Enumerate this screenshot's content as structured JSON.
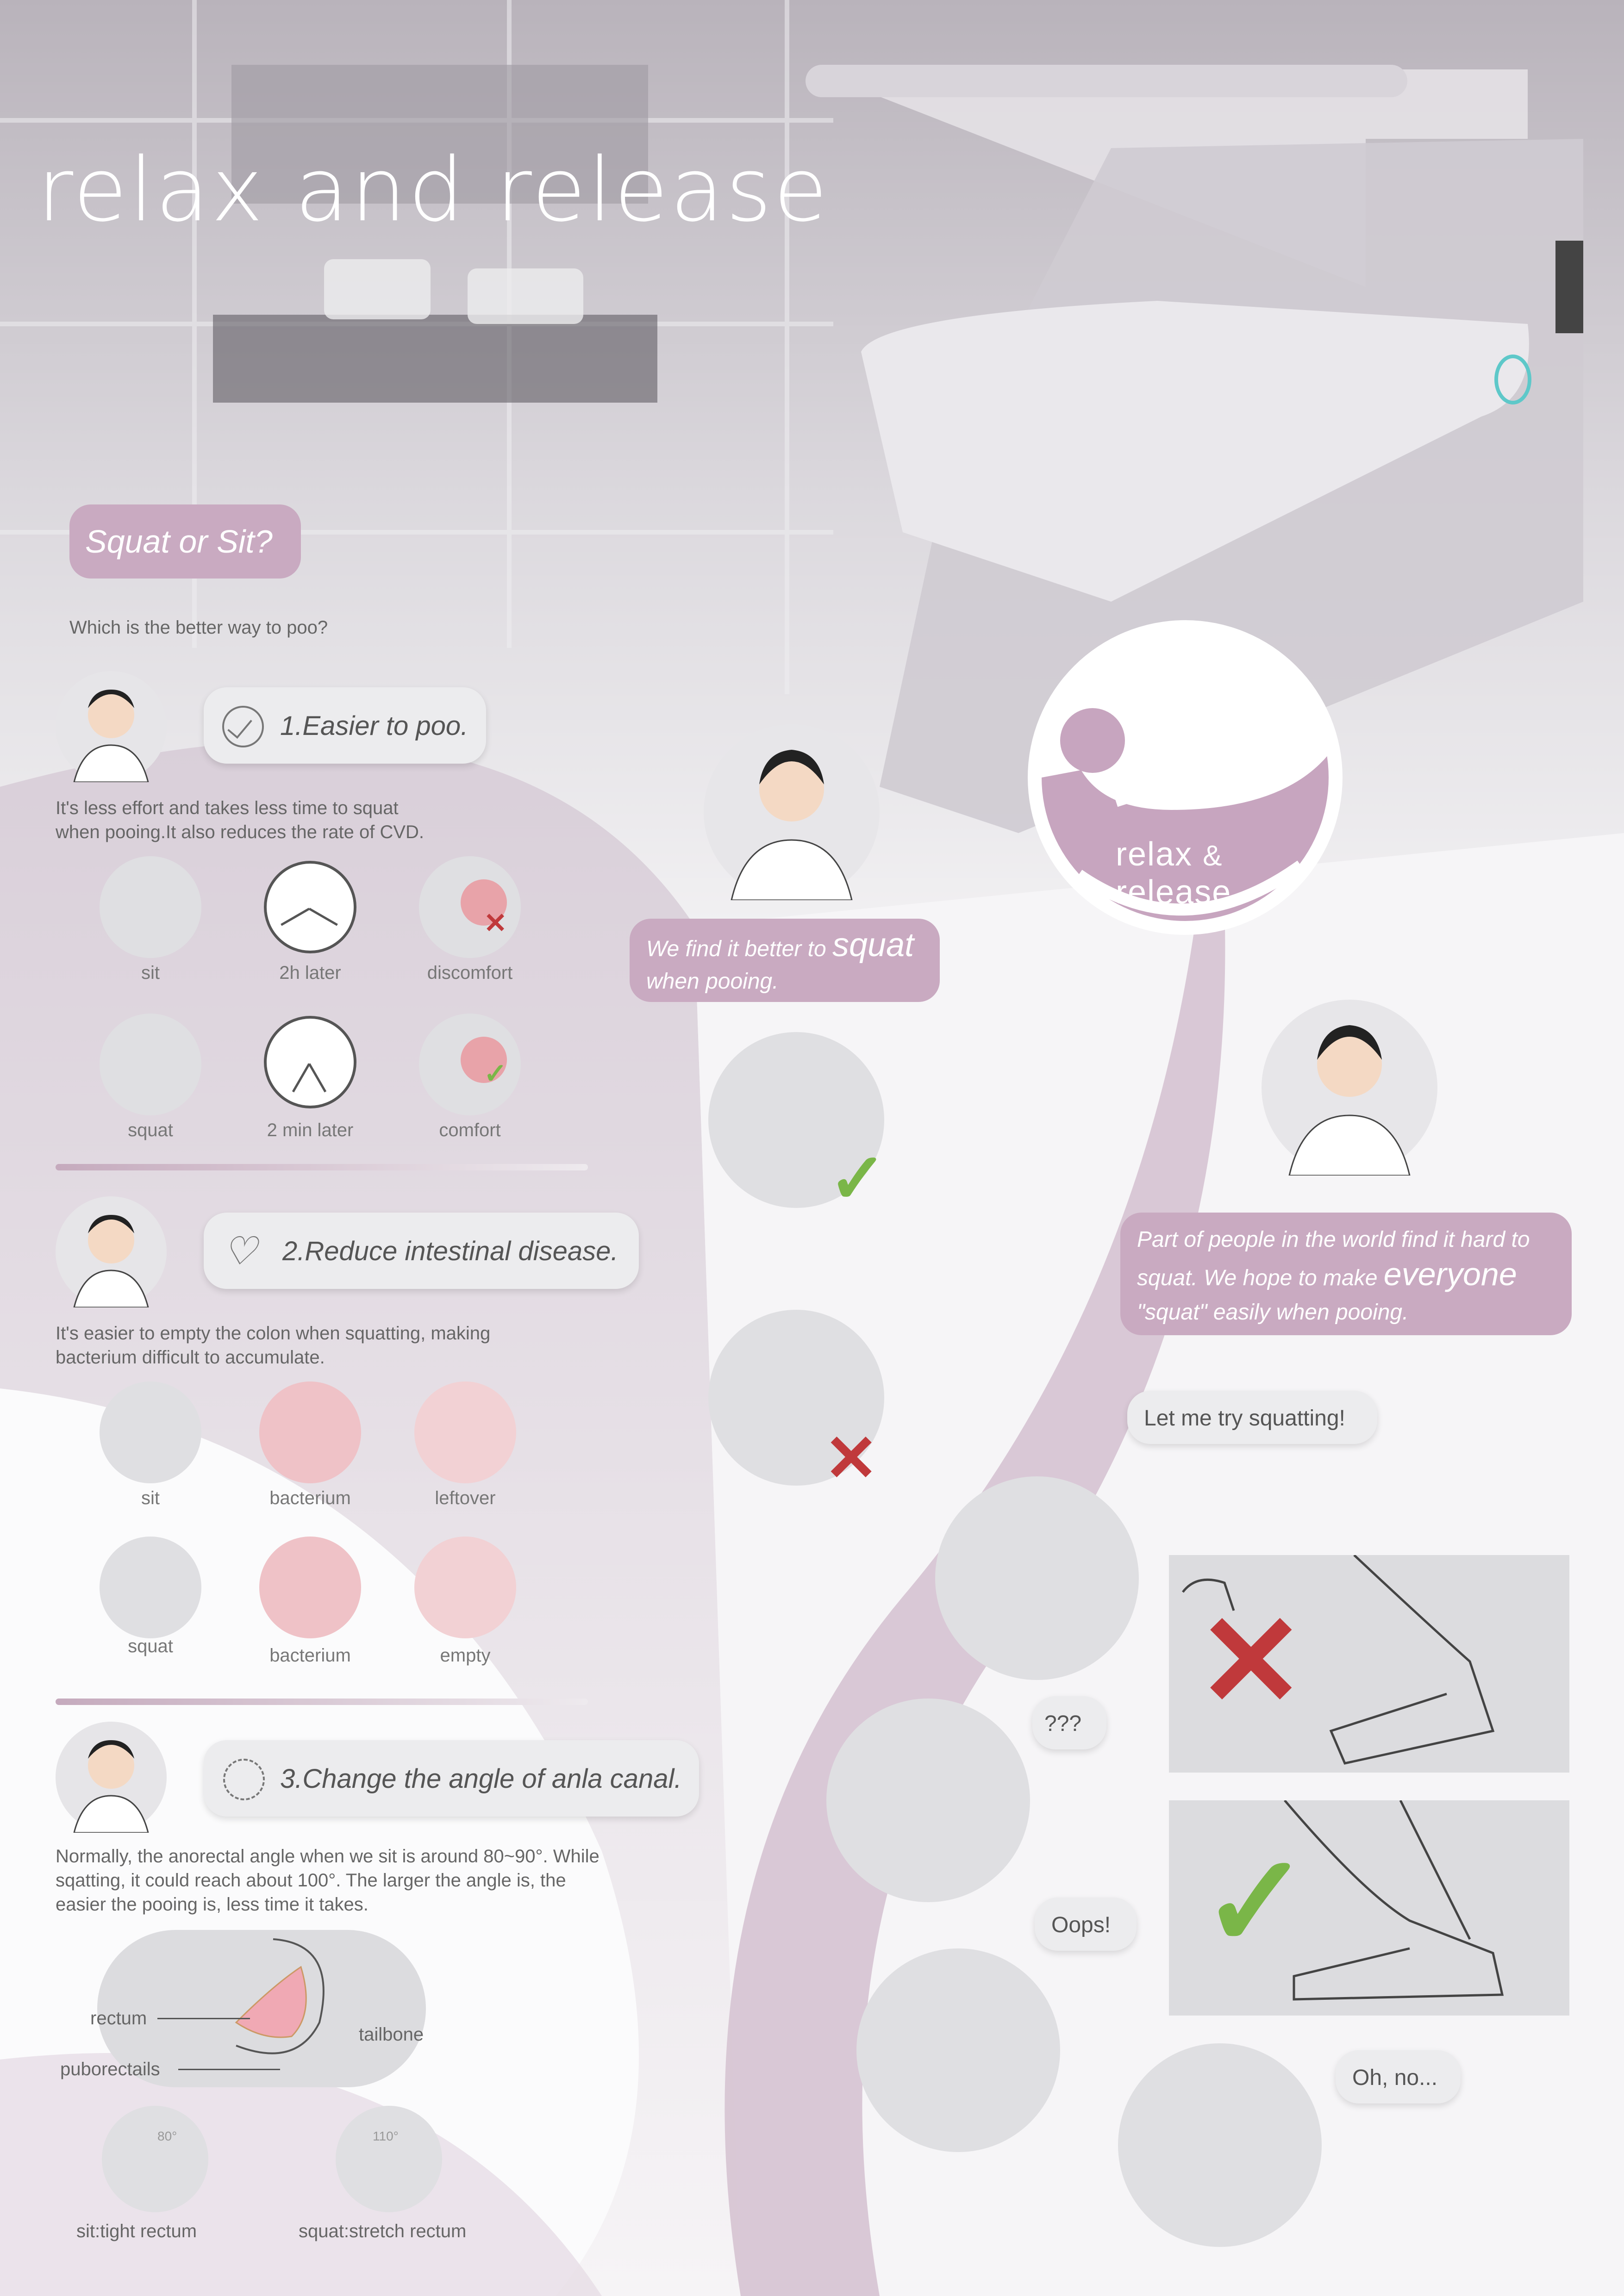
{
  "title": "relax and release",
  "logo": {
    "text_main": "relax",
    "text_amp": "&",
    "text_end": "release"
  },
  "squat_or_sit": {
    "heading": "Squat or Sit?",
    "question": "Which is the better way to poo?"
  },
  "section1": {
    "heading": "1.Easier to poo.",
    "body_line1": "It's less effort and takes less time to squat",
    "body_line2": "when pooing.It also reduces the rate of CVD.",
    "row1": [
      "sit",
      "2h later",
      "discomfort"
    ],
    "row2": [
      "squat",
      "2 min later",
      "comfort"
    ]
  },
  "section2": {
    "heading": "2.Reduce intestinal disease.",
    "body_line1": "It's easier to empty the colon when squatting, making",
    "body_line2": "bacterium difficult to accumulate.",
    "row1": [
      "sit",
      "bacterium",
      "leftover"
    ],
    "row2": [
      "squat",
      "bacterium",
      "empty"
    ]
  },
  "section3": {
    "heading": "3.Change the angle of anla canal.",
    "body_line1": "Normally, the anorectal angle when we sit is around 80~90°. While",
    "body_line2": "sqatting, it could reach about 100°. The larger the angle is, the",
    "body_line3": "easier the pooing is, less time it takes.",
    "label_rectum": "rectum",
    "label_tailbone": "tailbone",
    "label_puborectails": "puborectails",
    "angle_sit": "80°",
    "angle_squat": "110°",
    "caption_sit": "sit:tight rectum",
    "caption_squat": "squat:stretch rectum"
  },
  "doctor_quote": {
    "part1": "We find it better to",
    "emph": "squat",
    "part2": "when pooing."
  },
  "people_quote": {
    "line1": "Part of people in the world find it hard to",
    "line2_a": "squat. We hope to",
    "line2_b": "make",
    "line2_c": "everyone",
    "line3_a": "\"squat\"",
    "line3_b": "easily when pooing."
  },
  "try_bubbles": {
    "b1": "Let me try squatting!",
    "b2": "???",
    "b3": "Oops!",
    "b4": "Oh, no..."
  },
  "colors": {
    "accent_pink": "#c9aac1",
    "check_green": "#7ab648",
    "cross_red": "#c0393b"
  }
}
